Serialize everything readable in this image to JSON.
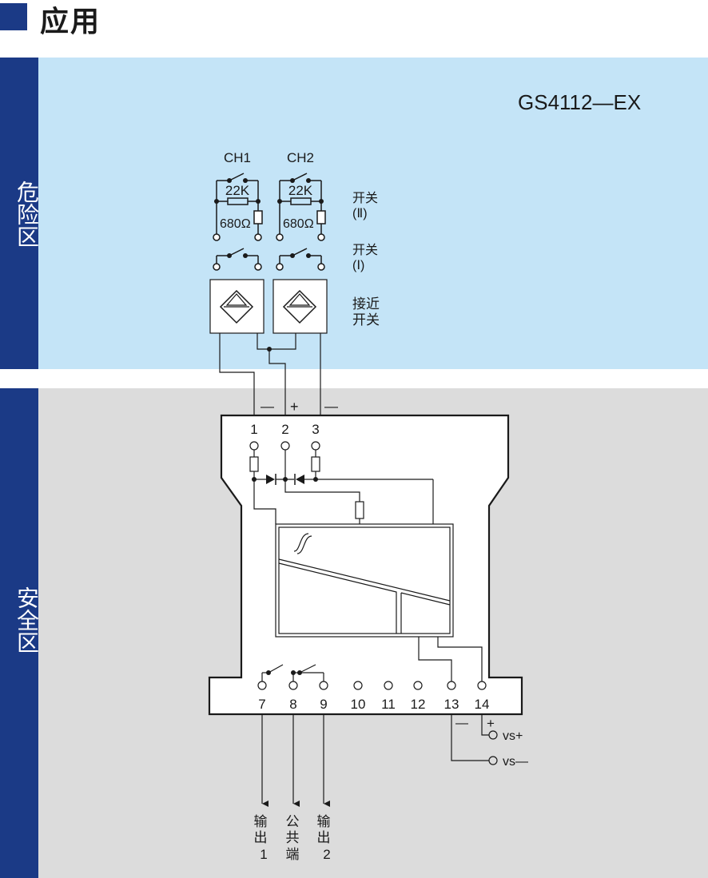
{
  "header": {
    "title": "应用"
  },
  "zones": {
    "hazardous": "危险区",
    "safe": "安全区"
  },
  "model": "GS4112—EX",
  "channels": {
    "ch1": "CH1",
    "ch2": "CH2"
  },
  "field_components": {
    "resistor_series": "22K",
    "resistor_parallel": "680Ω",
    "switch_2": [
      "开关",
      "(Ⅱ)"
    ],
    "switch_1": [
      "开关",
      "(Ⅰ)"
    ],
    "proximity": [
      "接近",
      "开关"
    ]
  },
  "input_polarity": {
    "t1": "—",
    "t2": "+",
    "t3": "—"
  },
  "input_terminals": [
    "1",
    "2",
    "3"
  ],
  "output_terminals": [
    "7",
    "8",
    "9",
    "10",
    "11",
    "12",
    "13",
    "14"
  ],
  "supply": {
    "minus": "—",
    "plus": "+",
    "vs_plus": "vs+",
    "vs_minus": "vs—"
  },
  "outputs": {
    "out1": [
      "输",
      "出",
      "1"
    ],
    "common": [
      "公",
      "共",
      "端"
    ],
    "out2": [
      "输",
      "出",
      "2"
    ]
  },
  "colors": {
    "zone_band": "#1b3a86",
    "hazardous_bg": "#c4e4f7",
    "safe_bg": "#dcdcdc",
    "line": "#1a1a1a"
  }
}
